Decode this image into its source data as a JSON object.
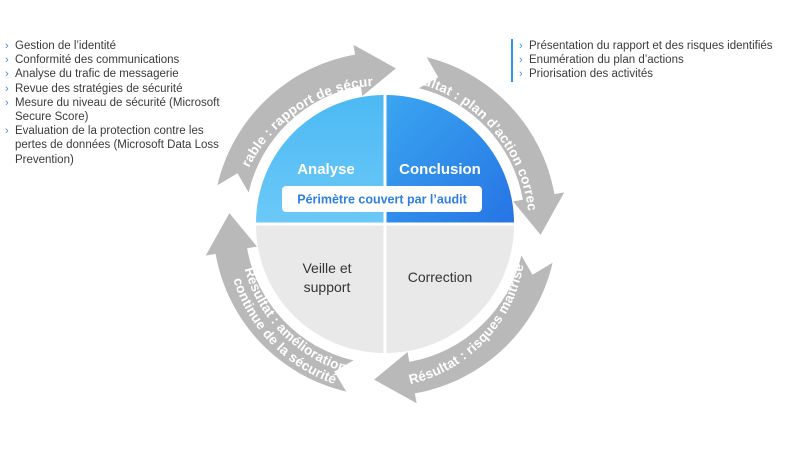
{
  "left_list": [
    "Gestion de l’identité",
    "Conformité des communications",
    "Analyse du trafic de messagerie",
    "Revue des stratégies de sécurité",
    "Mesure du niveau de sécurité (Microsoft Secure Score)",
    "Evaluation de la protection contre les pertes de données (Microsoft Data Loss Prevention)"
  ],
  "right_list": [
    "Présentation du rapport et des risques identifiés",
    "Enumération du plan d’actions",
    "Priorisation des activités"
  ],
  "quadrants": {
    "analyse": "Analyse",
    "conclusion": "Conclusion",
    "veille_line1": "Veille et",
    "veille_line2": "support",
    "correction": "Correction"
  },
  "perimetre": "Périmètre couvert par l’audit",
  "arcs": {
    "top_left": "Livrable : rapport de sécurité",
    "top_right": "Résultat : plan d’action correctif",
    "bottom_right": "Résultat : risques maîtrisés",
    "bottom_left_line1": "Résultat : amélioration",
    "bottom_left_line2": "continue de la sécurité"
  },
  "colors": {
    "accent": "#2f93e8",
    "arrow_gray": "#b9b9b9",
    "quad_blue_light": "#5cc0f5",
    "quad_blue_dark": "#2a7fe6",
    "quad_gray": "#e9e9e9"
  }
}
